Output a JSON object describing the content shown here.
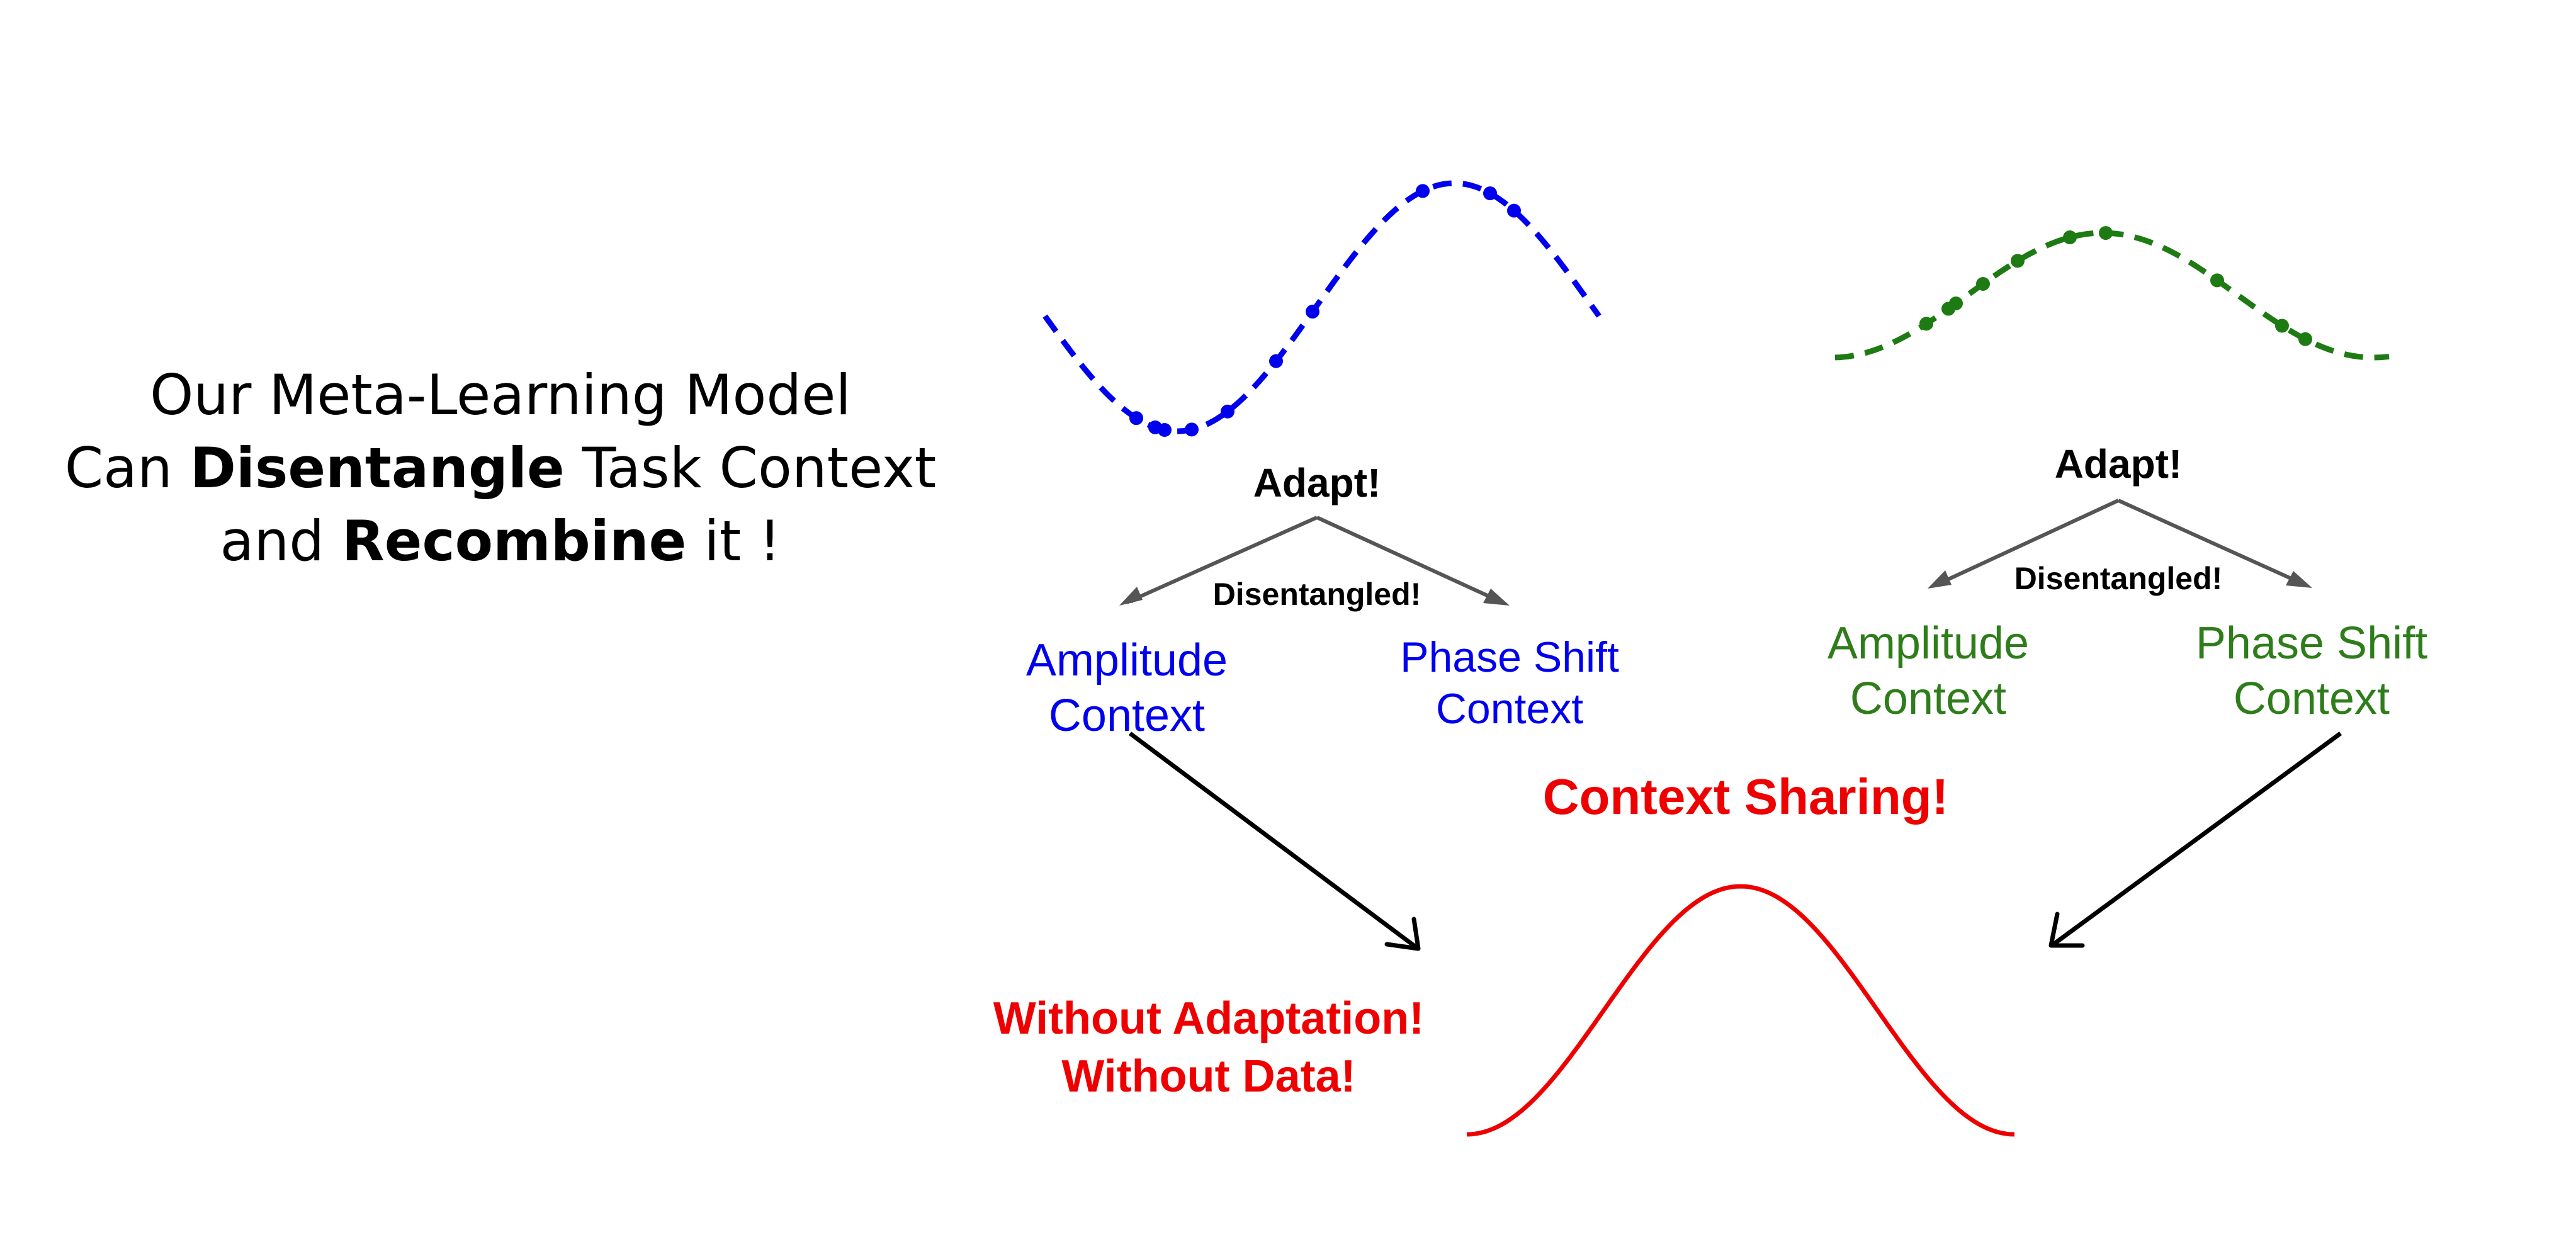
{
  "headline": {
    "line1": "Our Meta-Learning Model",
    "line2_pre": "Can ",
    "line2_bold": "Disentangle",
    "line2_post": " Task Context",
    "line3_pre": "and ",
    "line3_bold": "Recombine",
    "line3_post": " it !"
  },
  "left_task": {
    "adapt_label": "Adapt!",
    "disentangled_label": "Disentangled!",
    "amplitude_line1": "Amplitude",
    "amplitude_line2": "Context",
    "phase_line1": "Phase Shift",
    "phase_line2": "Context",
    "color": "#0000ee"
  },
  "right_task": {
    "adapt_label": "Adapt!",
    "disentangled_label": "Disentangled!",
    "amplitude_line1": "Amplitude",
    "amplitude_line2": "Context",
    "phase_line1": "Phase Shift",
    "phase_line2": "Context",
    "color": "#2e7d1a"
  },
  "context_sharing": "Context Sharing!",
  "without_adaptation": "Without Adaptation!",
  "without_data": "Without Data!",
  "result_curve_color": "#ee0000"
}
